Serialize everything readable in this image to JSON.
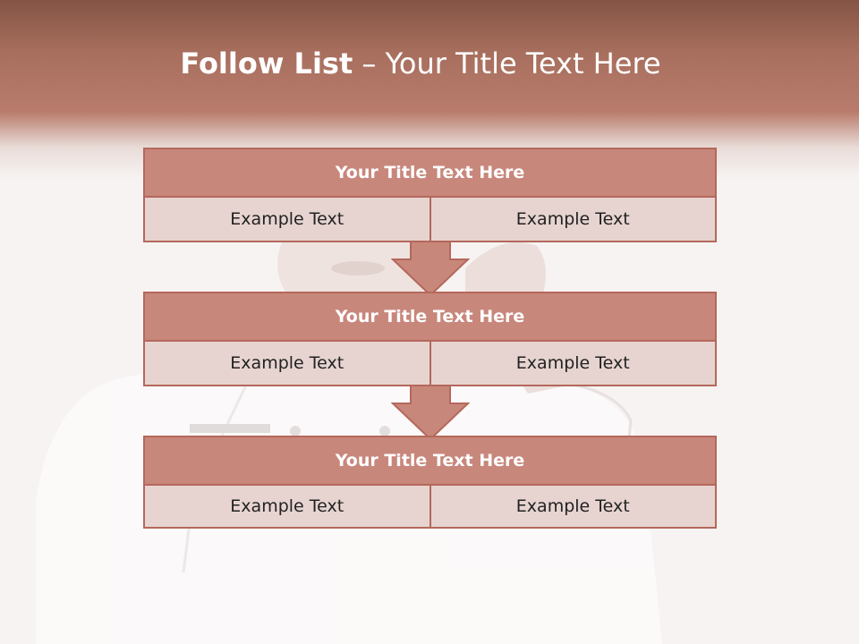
{
  "slide": {
    "title_bold": "Follow List",
    "title_rest": " – Your Title Text Here"
  },
  "steps": [
    {
      "heading": "Your Title Text Here",
      "left_text": "Example Text",
      "right_text": "Example Text"
    },
    {
      "heading": "Your Title Text Here",
      "left_text": "Example Text",
      "right_text": "Example Text"
    },
    {
      "heading": "Your Title Text Here",
      "left_text": "Example Text",
      "right_text": "Example Text"
    }
  ],
  "colors": {
    "header_band": "#a86f5e",
    "block_title_fill": "#c8877b",
    "block_row_fill": "#e7d4d0",
    "block_border": "#b4685b"
  }
}
